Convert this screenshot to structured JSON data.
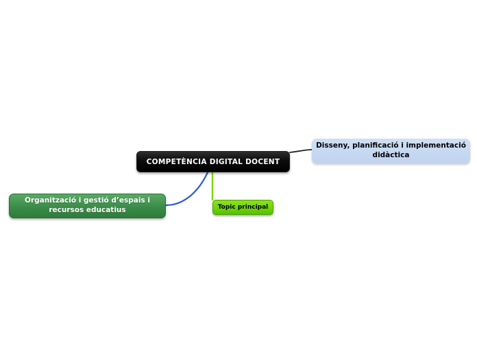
{
  "mindmap": {
    "central_topic": {
      "label": "COMPETÈNCIA DIGITAL DOCENT",
      "bg_color": "#0a0a0a",
      "text_color": "#ffffff"
    },
    "topics": [
      {
        "id": "disseny",
        "label": "Disseny, planificació i implementació\ndidàctica",
        "bg_color": "#c5d7f0",
        "text_color": "#000000"
      },
      {
        "id": "organitzacio",
        "label": "Organització i gestió d’espais i\nrecursos educatius",
        "bg_color": "#3c8c49",
        "text_color": "#ffffff"
      },
      {
        "id": "topic_principal",
        "label": "Topic principal",
        "bg_color": "#6ed406",
        "text_color": "#000000"
      }
    ],
    "connectors": [
      {
        "from": "central",
        "to": "disseny",
        "color": "#222222"
      },
      {
        "from": "central",
        "to": "organitzacio",
        "color": "#2a57d8"
      },
      {
        "from": "central",
        "to": "topic_principal",
        "color": "#7ed600"
      }
    ]
  }
}
